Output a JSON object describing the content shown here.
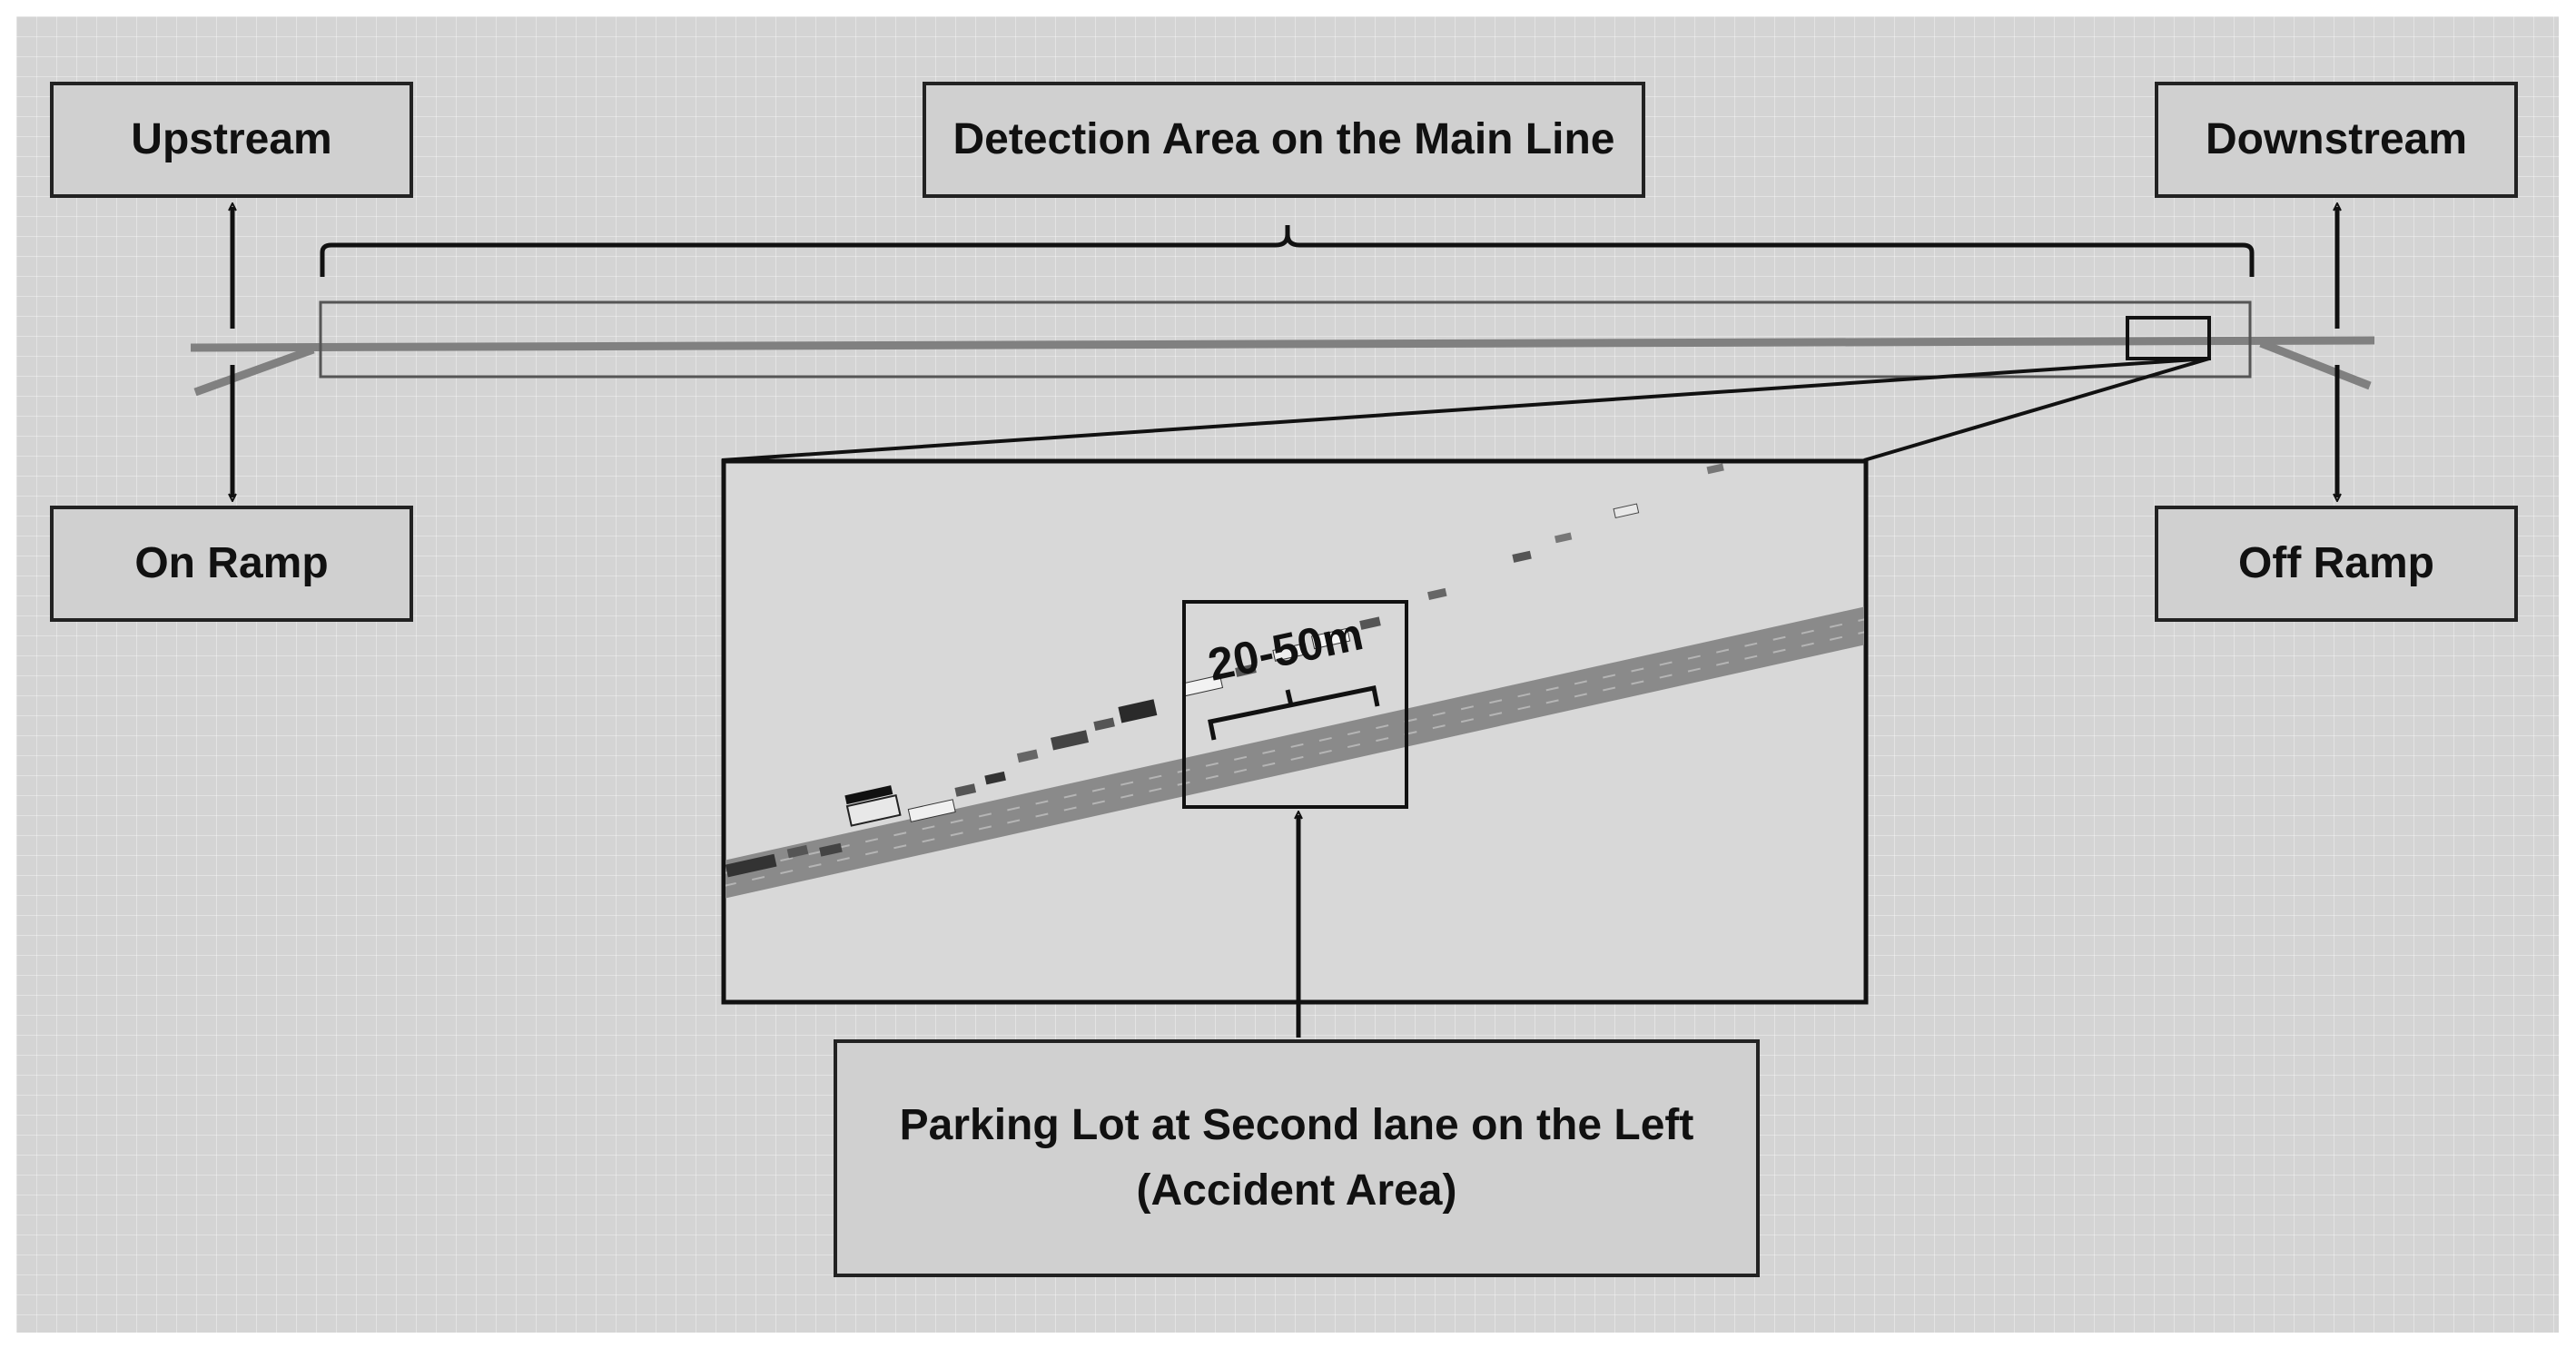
{
  "labels": {
    "upstream": "Upstream",
    "detection_area": "Detection Area on the Main Line",
    "downstream": "Downstream",
    "on_ramp": "On Ramp",
    "off_ramp": "Off Ramp",
    "parking_line1": "Parking Lot at Second lane on the Left",
    "parking_line2": "(Accident Area)",
    "distance": "20-50m"
  },
  "colors": {
    "background": "#d4d4d4",
    "road": "#808080",
    "box_border": "#222222",
    "inset_background": "#d8d8d8"
  }
}
